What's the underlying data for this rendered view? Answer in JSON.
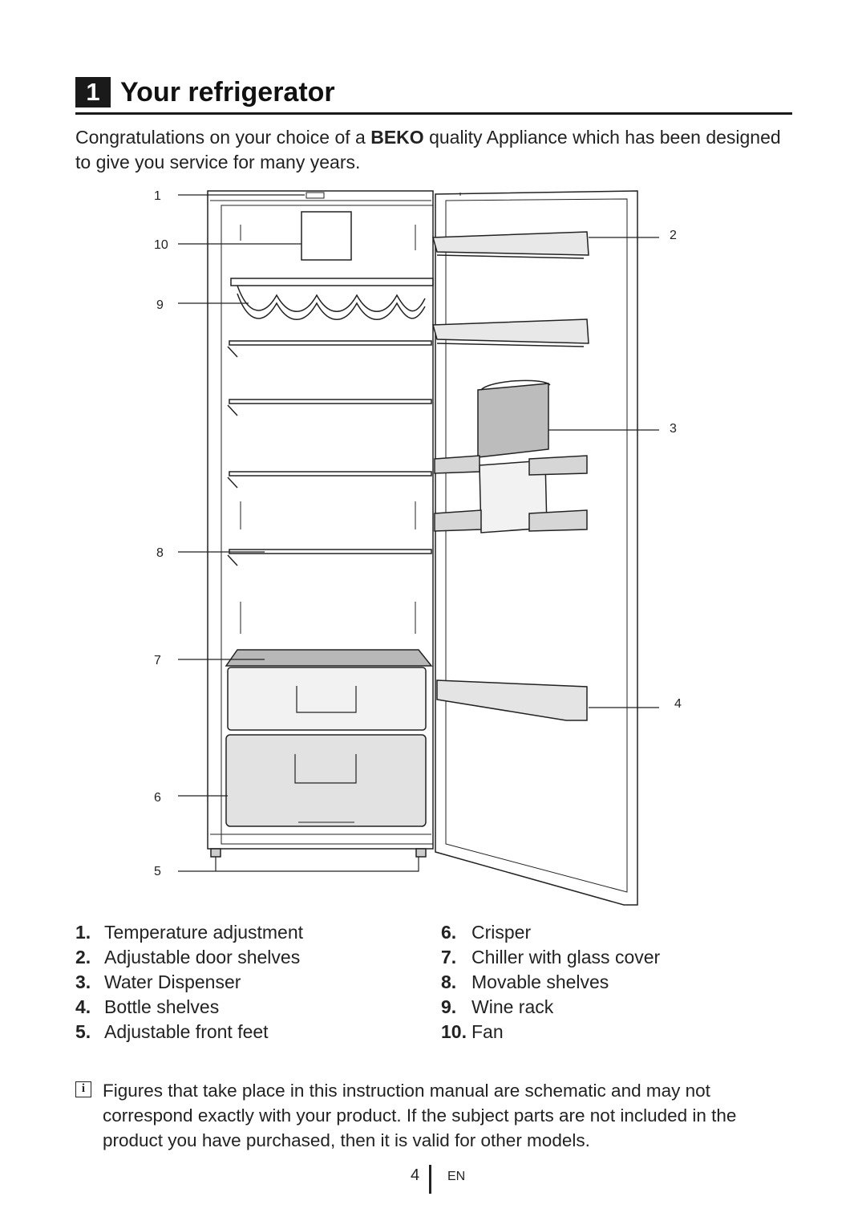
{
  "header": {
    "number": "1",
    "title": "Your refrigerator"
  },
  "intro": {
    "before_brand": "Congratulations on your choice of a ",
    "brand": "BEKO",
    "after_brand": " quality Appliance which has been designed to give you service for many years."
  },
  "figure": {
    "callouts": [
      "1",
      "10",
      "9",
      "8",
      "7",
      "6",
      "5",
      "2",
      "3",
      "4"
    ]
  },
  "parts_left": [
    {
      "num": "1.",
      "label": "Temperature adjustment"
    },
    {
      "num": "2.",
      "label": "Adjustable door shelves"
    },
    {
      "num": "3.",
      "label": "Water Dispenser"
    },
    {
      "num": "4.",
      "label": "Bottle shelves"
    },
    {
      "num": "5.",
      "label": "Adjustable front feet"
    }
  ],
  "parts_right": [
    {
      "num": "6.",
      "label": "Crisper"
    },
    {
      "num": "7.",
      "label": "Chiller with glass cover"
    },
    {
      "num": "8.",
      "label": "Movable shelves"
    },
    {
      "num": "9.",
      "label": "Wine rack"
    },
    {
      "num": "10.",
      "label": "Fan"
    }
  ],
  "note": {
    "icon": "info-icon",
    "text": "Figures that take place in this instruction manual are schematic and may not correspond exactly with your product. If the subject parts are not included in the product you have purchased, then it is valid for other models."
  },
  "footer": {
    "page": "4",
    "lang": "EN"
  }
}
